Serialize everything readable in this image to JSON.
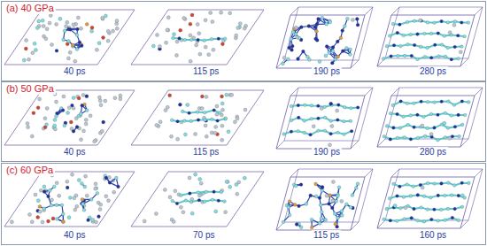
{
  "diagram": {
    "labels": [
      "(a) 40 GPa",
      "40 ps",
      "115 ps",
      "190 ps",
      "280 ps",
      "(b) 50 GPa",
      "40 ps",
      "115 ps",
      "190 ps",
      "280 ps",
      "(c) 60 GPa",
      "40 ps",
      "70 ps",
      "115 ps",
      "160 ps"
    ]
  }
}
